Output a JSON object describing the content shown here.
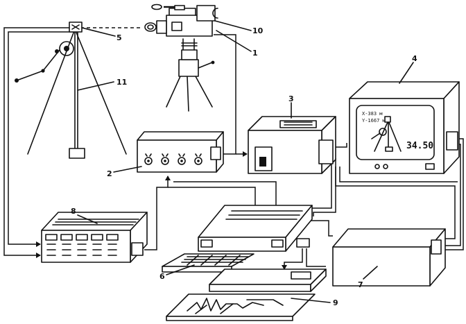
{
  "diagram": {
    "labels": {
      "camera": "1",
      "tracker_control": "2",
      "image_processor": "3",
      "monitor": "4",
      "marker": "5",
      "computer": "6",
      "disk_unit": "7",
      "amplifier": "8",
      "plotter": "9",
      "camera_head": "10",
      "pendulum": "11"
    },
    "monitor_screen": {
      "line1": "X-383 м",
      "line2": "Y-1667 м",
      "readout": "34.50"
    }
  }
}
